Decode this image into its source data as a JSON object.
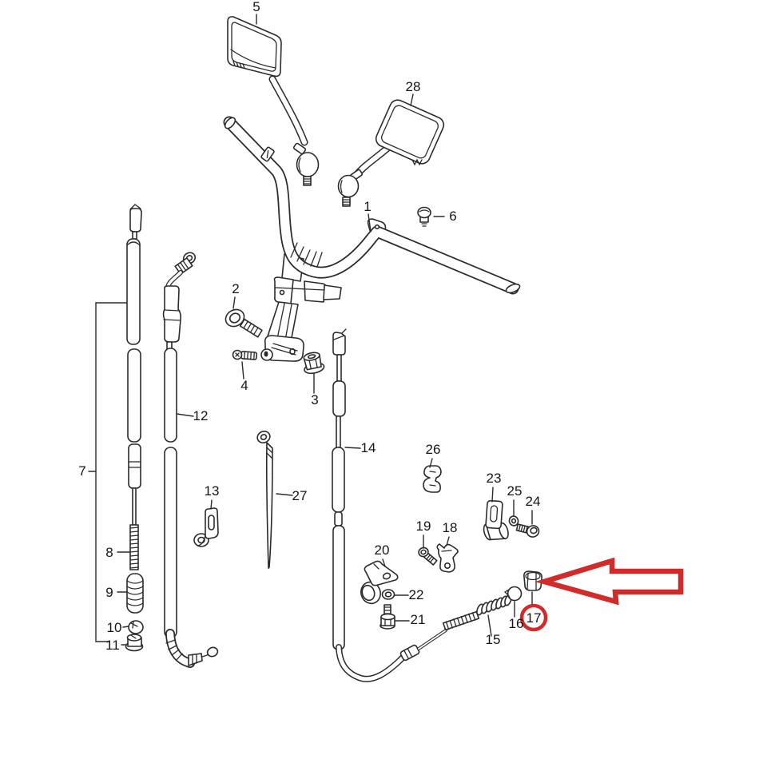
{
  "diagram": {
    "description": "exploded-parts-diagram-handlebar-assembly",
    "background": "#ffffff",
    "line_color": "#2b2b2b",
    "highlight_color": "#d22b2b",
    "highlighted_part": "17",
    "arrow": {
      "direction": "left",
      "target_part": "17"
    },
    "callouts": {
      "part1": "1",
      "part2": "2",
      "part3": "3",
      "part4": "4",
      "part5": "5",
      "part6": "6",
      "part7": "7",
      "part8": "8",
      "part9": "9",
      "part10": "10",
      "part11": "11",
      "part12": "12",
      "part13": "13",
      "part14": "14",
      "part15": "15",
      "part16": "16",
      "part17": "17",
      "part18": "18",
      "part19": "19",
      "part20": "20",
      "part21": "21",
      "part22": "22",
      "part23": "23",
      "part24": "24",
      "part25": "25",
      "part26": "26",
      "part27": "27",
      "part28": "28"
    }
  }
}
